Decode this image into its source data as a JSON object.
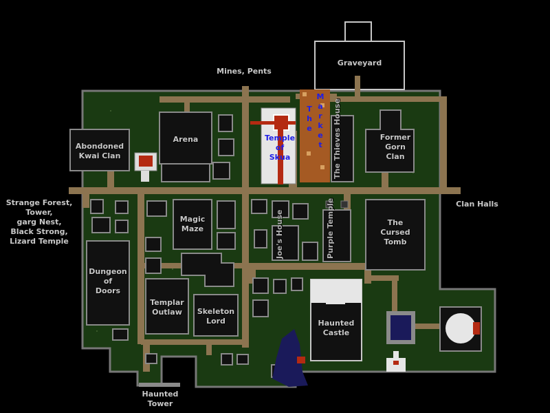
{
  "map": {
    "colors": {
      "grass": "#1a3a12",
      "road": "#8c7450",
      "building": "#111111",
      "wall": "#8a8a8a",
      "white_building": "#e6e6e6",
      "temple_red": "#b42a12",
      "market_floor": "#a55a23",
      "water": "#1a1a5a",
      "label": "#c8c8c8",
      "temple_label": "#1e1ee6"
    },
    "outside_labels": {
      "mines": "Mines, Pents",
      "clan_halls": "Clan Halls",
      "strange_forest": "Strange Forest,\nTower,\ngarg Nest,\nBlack Strong,\nLizard Temple",
      "haunted_tower": "Haunted\nTower"
    },
    "buildings": {
      "graveyard": "Graveyard",
      "kwai_clan": "Abondoned\nKwai Clan",
      "arena": "Arena",
      "temple_skua": "Temple\nof\nSkua",
      "market": "Market",
      "market_prefix": "The",
      "thieves_house": "The Thieves\nHouse",
      "gorn_clan": "Former\nGorn\nClan",
      "magic_maze": "Magic\nMaze",
      "joes_house": "Joe's\nHouse",
      "purple_temple": "Purple\nTemple",
      "cursed_tomb": "The\nCursed\nTomb",
      "dungeon_doors": "Dungeon\nof\nDoors",
      "templar_outlaw": "Templar\nOutlaw",
      "skeleton_lord": "Skeleton\nLord",
      "haunted_castle": "Haunted\nCastle"
    }
  }
}
